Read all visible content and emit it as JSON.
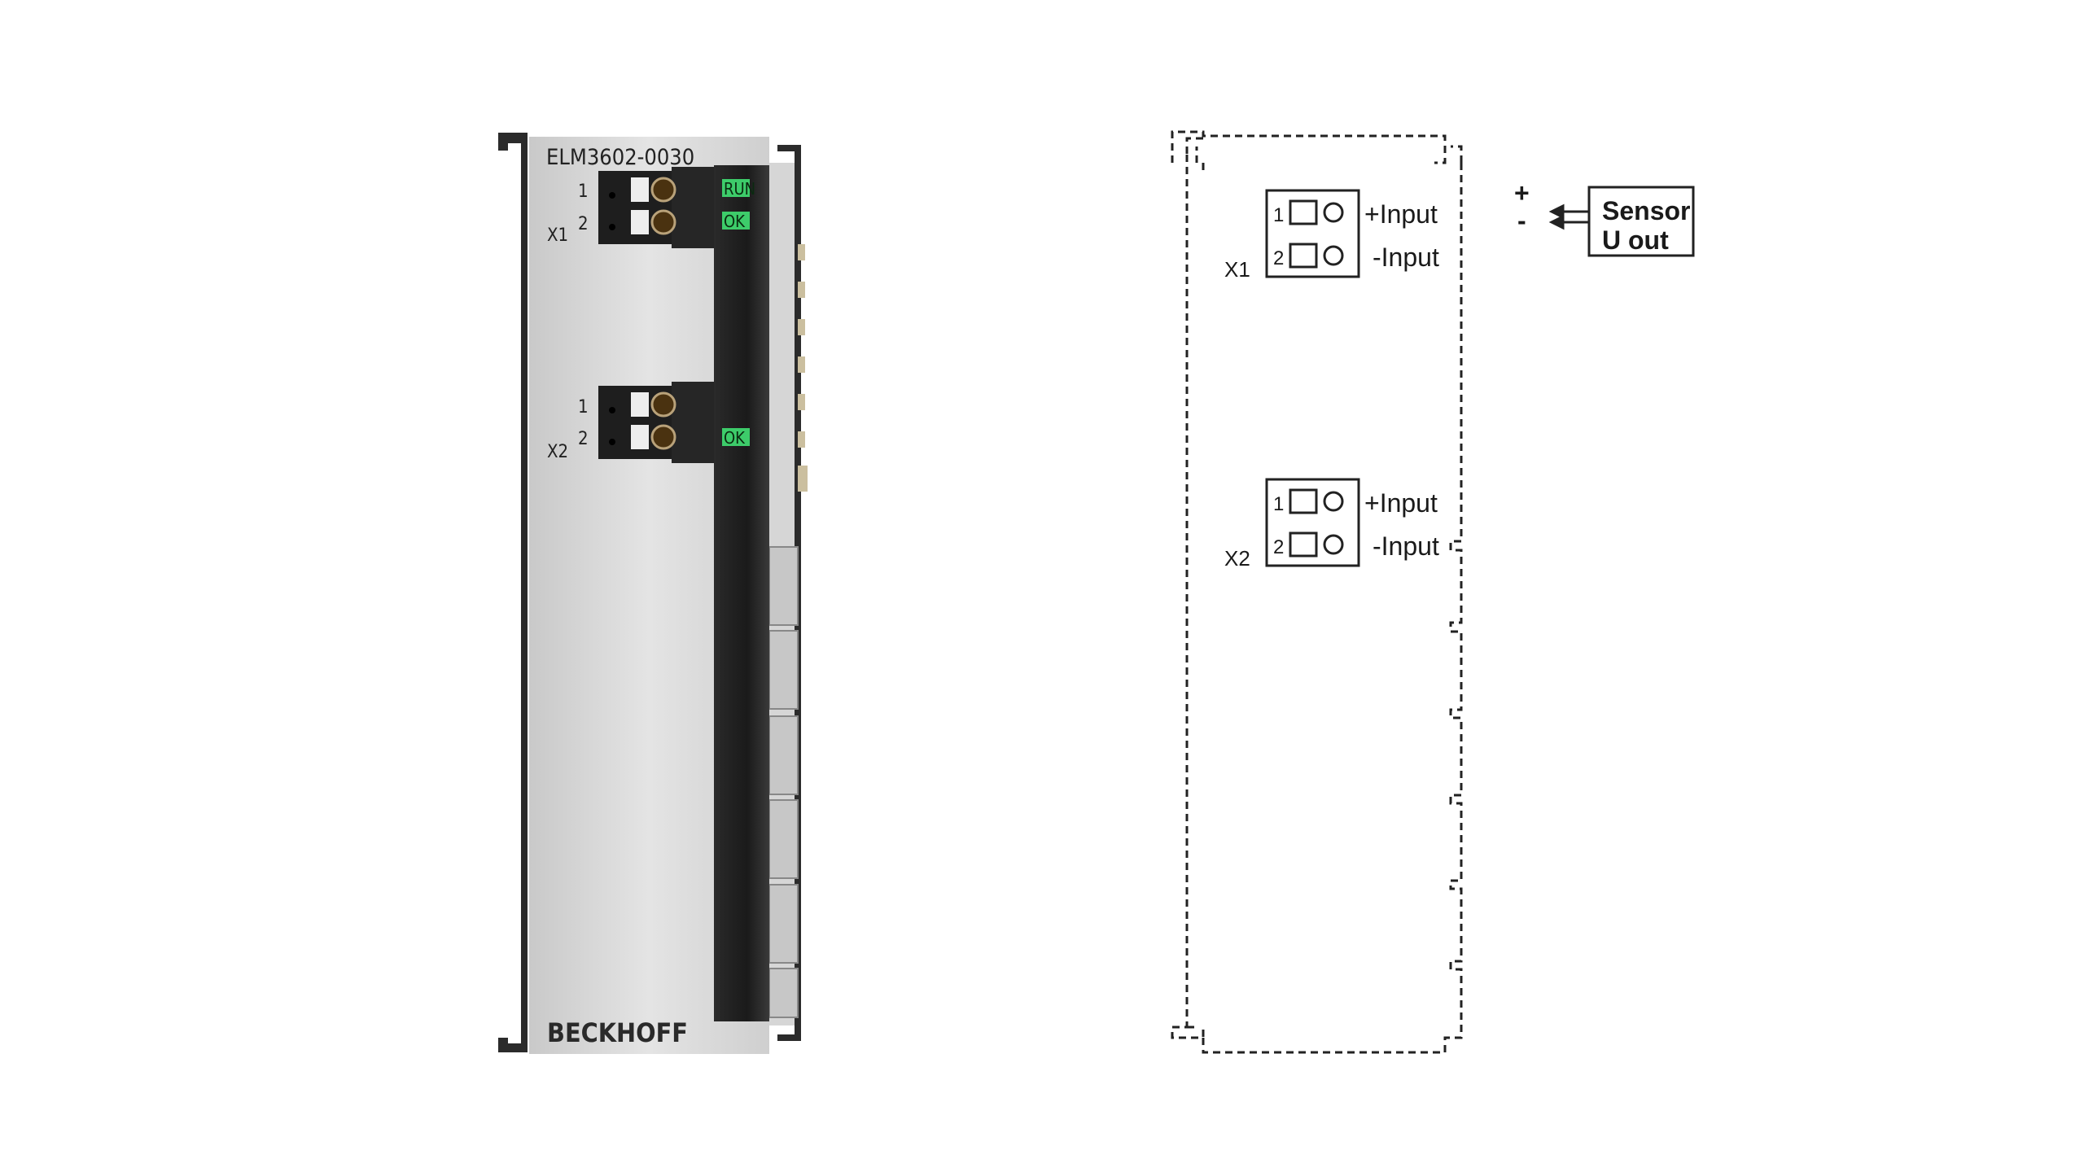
{
  "module": {
    "model": "ELM3602-0030",
    "brand": "BECKHOFF",
    "connectors": [
      {
        "name": "X1",
        "pins": [
          "1",
          "2"
        ]
      },
      {
        "name": "X2",
        "pins": [
          "1",
          "2"
        ]
      }
    ],
    "leds": [
      {
        "label": "RUN",
        "color": "#3dcc6a"
      },
      {
        "label": "OK",
        "color": "#3dcc6a"
      },
      {
        "label": "OK",
        "color": "#3dcc6a"
      }
    ]
  },
  "diagram": {
    "connectors": [
      {
        "name": "X1",
        "pins": [
          {
            "num": "1",
            "signal": "+Input"
          },
          {
            "num": "2",
            "signal": "-Input"
          }
        ]
      },
      {
        "name": "X2",
        "pins": [
          {
            "num": "1",
            "signal": "+Input"
          },
          {
            "num": "2",
            "signal": "-Input"
          }
        ]
      }
    ],
    "sensor": {
      "line1": "Sensor",
      "line2": "U out",
      "plus": "+",
      "minus": "-"
    }
  }
}
